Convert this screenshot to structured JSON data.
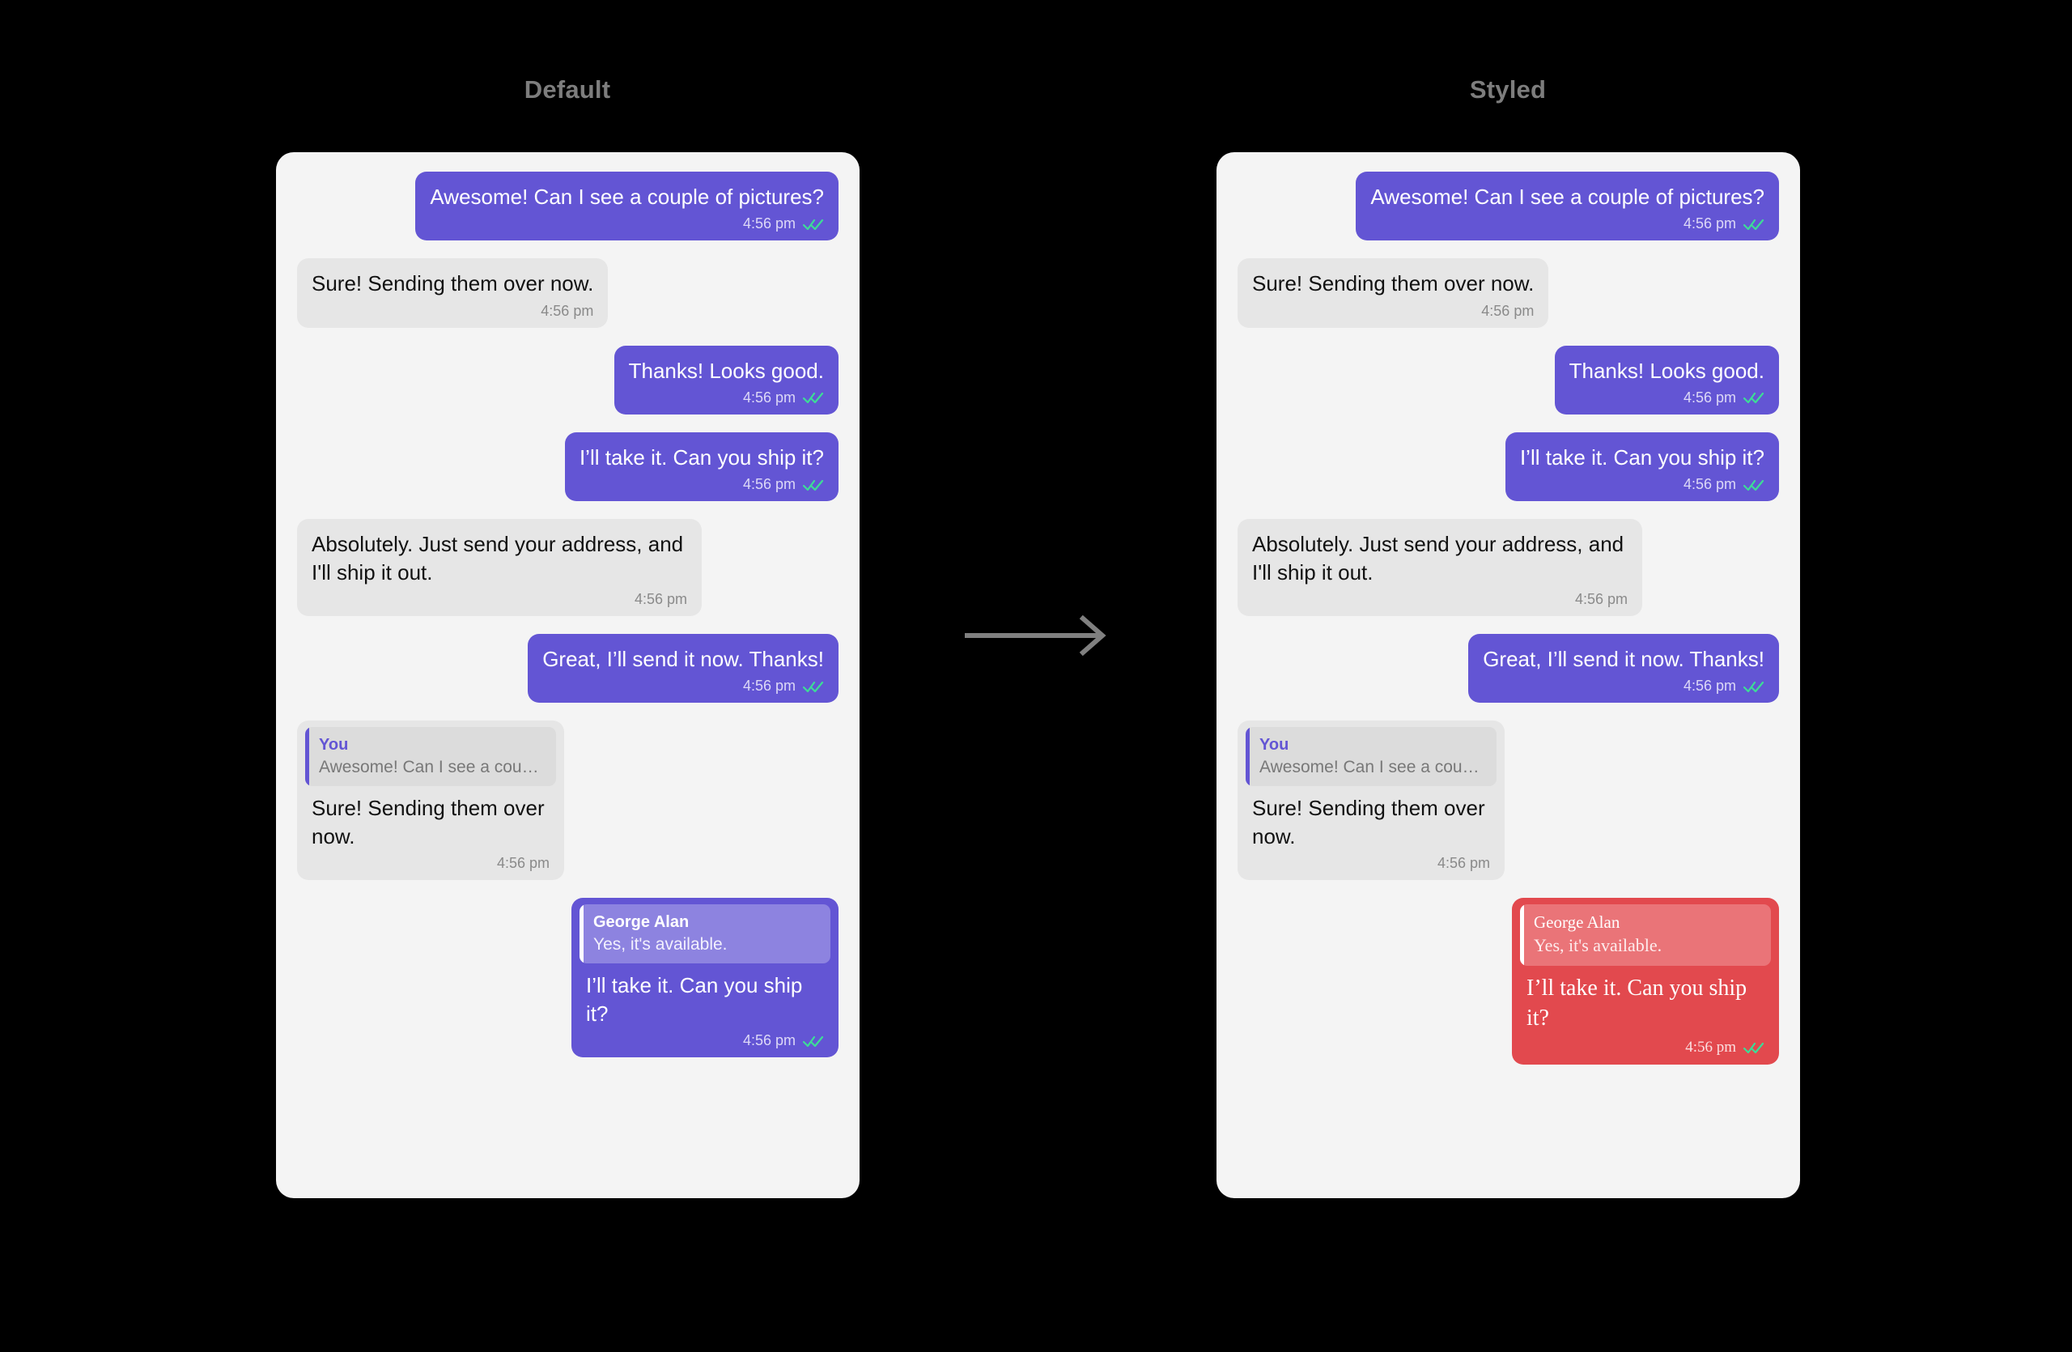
{
  "columns": [
    {
      "id": "default",
      "title": "Default"
    },
    {
      "id": "styled",
      "title": "Styled"
    }
  ],
  "arrow": {
    "name": "right-arrow",
    "color": "#808080"
  },
  "colors": {
    "canvas": "#000000",
    "panel": "#f4f4f4",
    "outgoing_bubble": "#6355d4",
    "incoming_bubble": "#e6e6e6",
    "styled_bubble": "#e2494e",
    "read_tick": "#3ddc97",
    "quote_accent": "#6355d4",
    "title_text": "#7d7d7d"
  },
  "conversation": {
    "messages": [
      {
        "id": "m1",
        "direction": "out",
        "text": "Awesome! Can I see a couple of pictures?",
        "time": "4:56 pm",
        "status": "read"
      },
      {
        "id": "m2",
        "direction": "in",
        "text": "Sure! Sending them over now.",
        "time": "4:56 pm",
        "status": "none"
      },
      {
        "id": "m3",
        "direction": "out",
        "text": "Thanks! Looks good.",
        "time": "4:56 pm",
        "status": "read"
      },
      {
        "id": "m4",
        "direction": "out",
        "text": "I’ll take it. Can you ship it?",
        "time": "4:56 pm",
        "status": "read"
      },
      {
        "id": "m5",
        "direction": "in",
        "text": "Absolutely. Just send your address, and I'll ship it out.",
        "time": "4:56 pm",
        "status": "none"
      },
      {
        "id": "m6",
        "direction": "out",
        "text": "Great, I’ll send it now. Thanks!",
        "time": "4:56 pm",
        "status": "read"
      },
      {
        "id": "m7",
        "direction": "in",
        "text": "Sure! Sending them over now.",
        "time": "4:56 pm",
        "status": "none",
        "quote": {
          "author": "You",
          "preview": "Awesome! Can I see a couple of…"
        }
      },
      {
        "id": "m8",
        "direction": "out",
        "text": "I’ll take it. Can you ship it?",
        "time": "4:56 pm",
        "status": "read",
        "quote": {
          "author": "George Alan",
          "preview": "Yes, it's available."
        }
      }
    ]
  },
  "icons": {
    "read_ticks": "double-check-icon",
    "arrow": "arrow-right-icon"
  }
}
